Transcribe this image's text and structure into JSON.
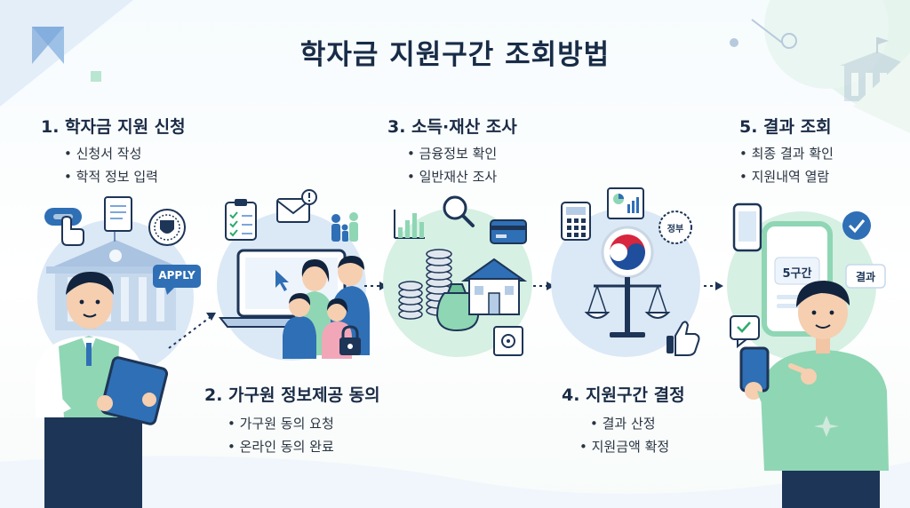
{
  "title": "학자금 지원구간 조회방법",
  "steps": [
    {
      "title": "1. 학자금 지원 신청",
      "bullets": [
        "신청서 작성",
        "학적 정보 입력"
      ]
    },
    {
      "title": "2. 가구원 정보제공 동의",
      "bullets": [
        "가구원 동의 요청",
        "온라인 동의 완료"
      ]
    },
    {
      "title": "3. 소득·재산 조사",
      "bullets": [
        "금융정보 확인",
        "일반재산 조사"
      ]
    },
    {
      "title": "4. 지원구간 결정",
      "bullets": [
        "결과 산정",
        "지원금액 확정"
      ]
    },
    {
      "title": "5. 결과 조회",
      "bullets": [
        "최종 결과 확인",
        "지원내역 열람"
      ]
    }
  ],
  "labels": {
    "apply_sign": "APPLY",
    "gov_seal": "정부",
    "phone_result": "5구간",
    "result_tag": "결과"
  },
  "colors": {
    "circle_blue": "#dbe8f6",
    "circle_green": "#d6f0e3",
    "navy": "#1d3557",
    "accent_blue": "#2f6fb5",
    "mint": "#8fd6b4"
  }
}
